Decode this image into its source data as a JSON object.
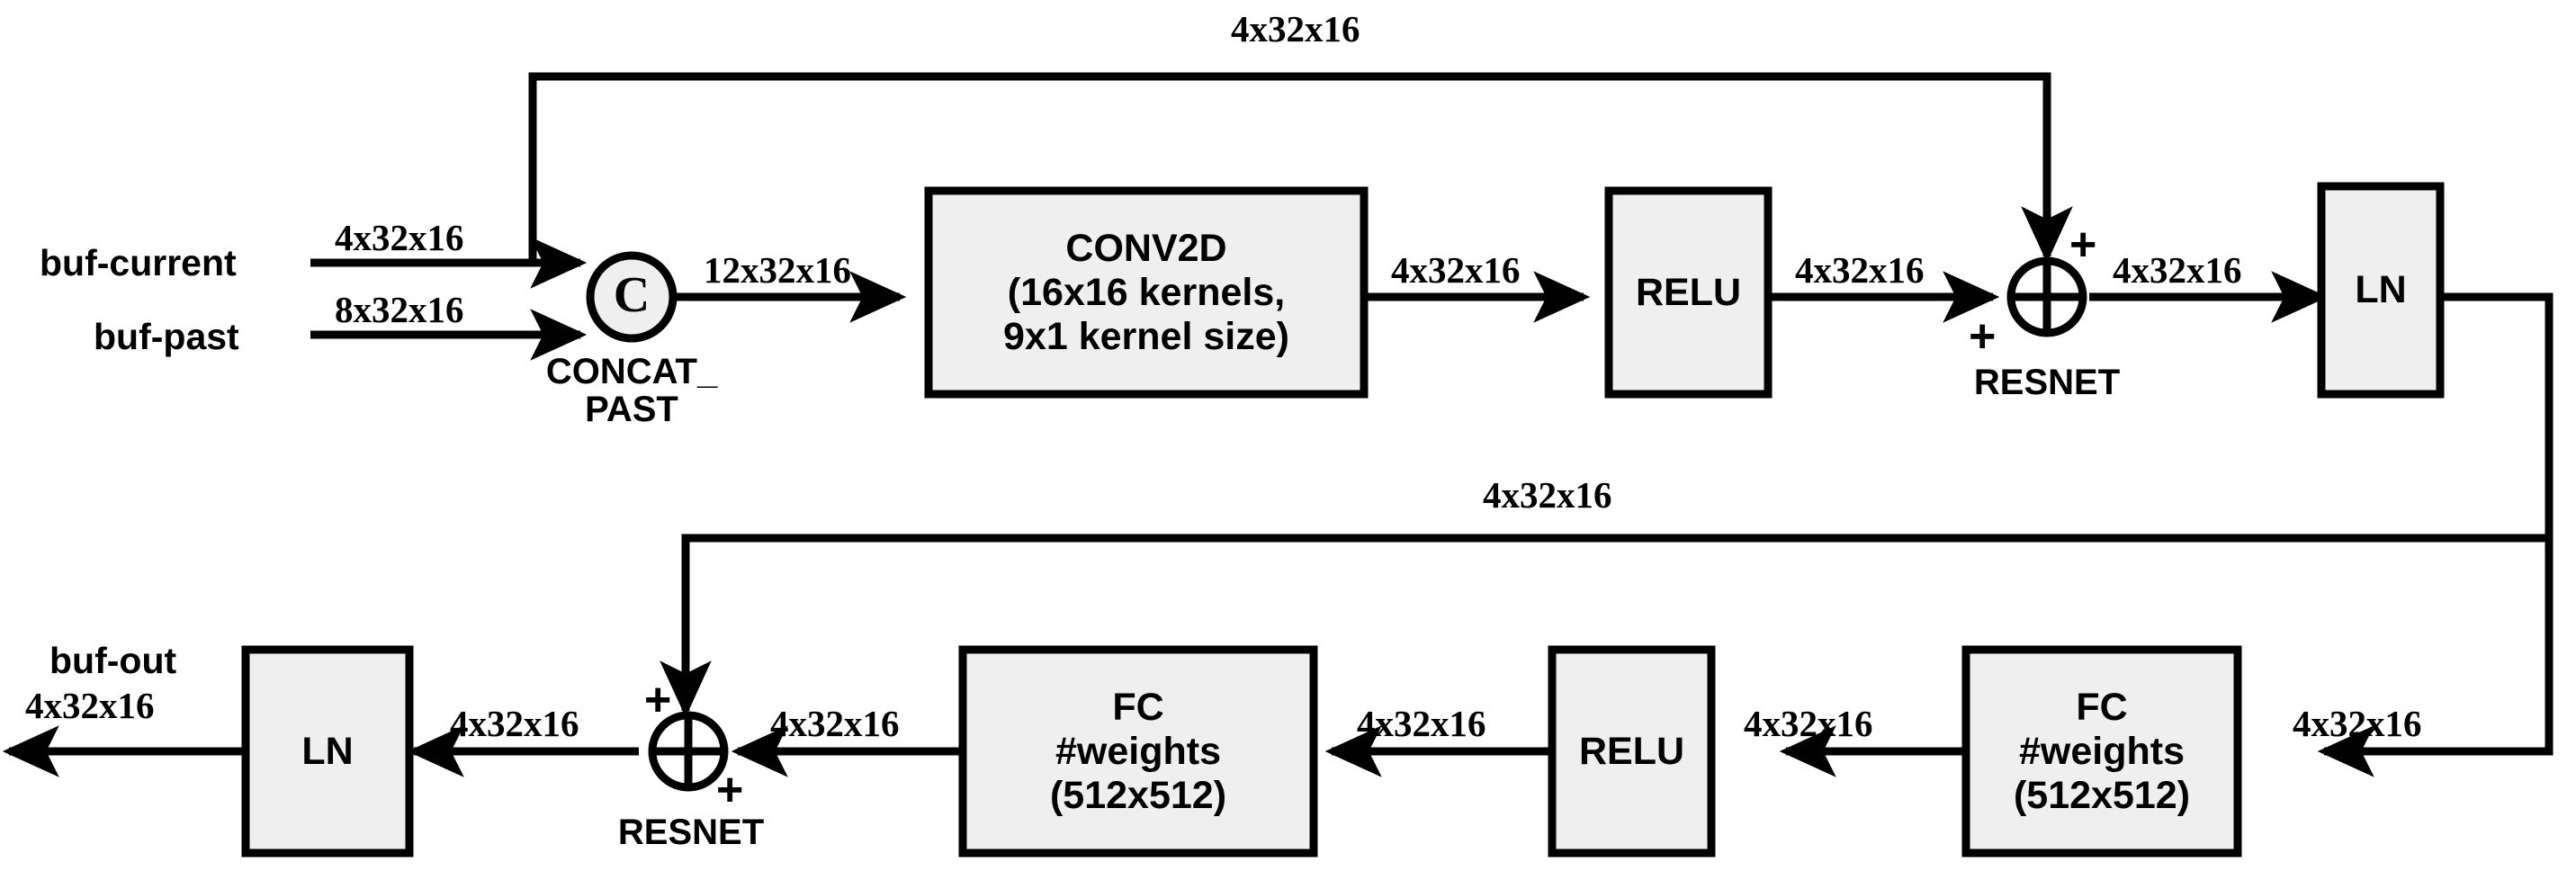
{
  "diagram": {
    "title": "Neural network block diagram",
    "colors": {
      "stroke": "#000000",
      "block_fill": "#efefef",
      "background": "#ffffff"
    },
    "inputs": [
      {
        "name": "buf-current",
        "tensor": "4x32x16"
      },
      {
        "name": "buf-past",
        "tensor": "8x32x16"
      }
    ],
    "output": {
      "name": "buf-out",
      "tensor": "4x32x16"
    },
    "nodes": {
      "concat": {
        "glyph": "C",
        "caption": "CONCAT_\nPAST"
      },
      "conv2d": {
        "line1": "CONV2D",
        "line2": "(16x16 kernels,",
        "line3": "9x1 kernel size)"
      },
      "relu_top": {
        "label": "RELU"
      },
      "resnet_top": {
        "caption": "RESNET",
        "plus_a": "+",
        "plus_b": "+"
      },
      "ln_top": {
        "label": "LN"
      },
      "fc_right": {
        "line1": "FC",
        "line2": "#weights",
        "line3": "(512x512)"
      },
      "relu_bottom": {
        "label": "RELU"
      },
      "fc_left": {
        "line1": "FC",
        "line2": "#weights",
        "line3": "(512x512)"
      },
      "resnet_bottom": {
        "caption": "RESNET",
        "plus_a": "+",
        "plus_b": "+"
      },
      "ln_bottom": {
        "label": "LN"
      }
    },
    "edge_labels": {
      "skip_top": "4x32x16",
      "buf_current": "4x32x16",
      "buf_past": "8x32x16",
      "concat_out": "12x32x16",
      "conv_out": "4x32x16",
      "relu_top_out": "4x32x16",
      "resnet_top_out": "4x32x16",
      "skip_middle": "4x32x16",
      "ln_top_out": "4x32x16",
      "fc_right_out": "4x32x16",
      "relu_bottom_out": "4x32x16",
      "fc_left_out": "4x32x16",
      "resnet_bottom_out": "4x32x16"
    }
  }
}
